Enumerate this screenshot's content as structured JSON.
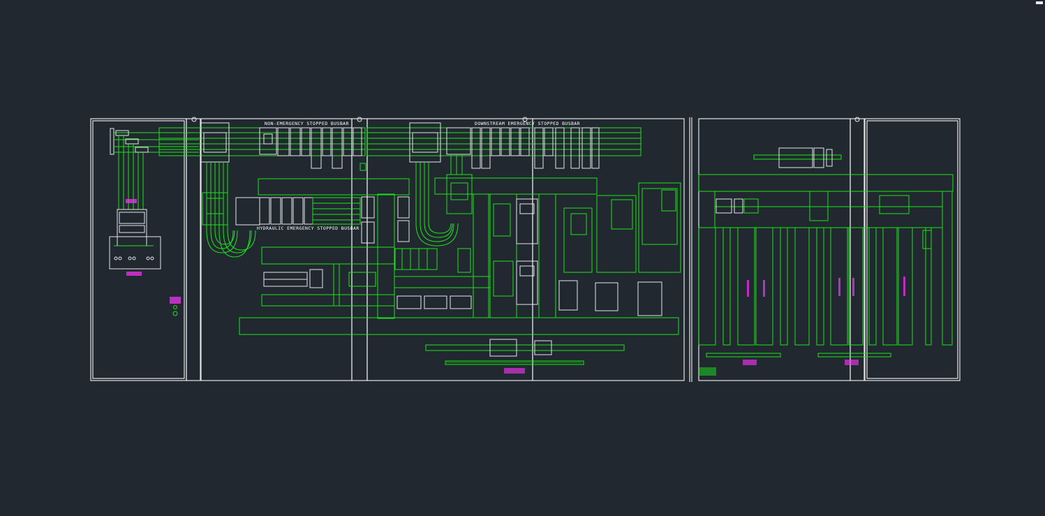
{
  "drawing": {
    "labels": {
      "non_emergency_busbar": "NON-EMERGENCY STOPPED BUSBAR",
      "downstream_busbar": "DOWNSTREAM EMERGENCY STOPPED BUSBAR",
      "hydraulic_busbar": "HYDRAULIC EMERGENCY STOPPED BUSBAR"
    },
    "colors": {
      "background": "#212830",
      "panel_outline": "#e6e6e6",
      "wiring_green": "#19e619",
      "annotation_magenta": "#ff33ff",
      "label_white": "#ffffff"
    }
  },
  "toolbar": {
    "corner_icon": "minimize-icon"
  }
}
